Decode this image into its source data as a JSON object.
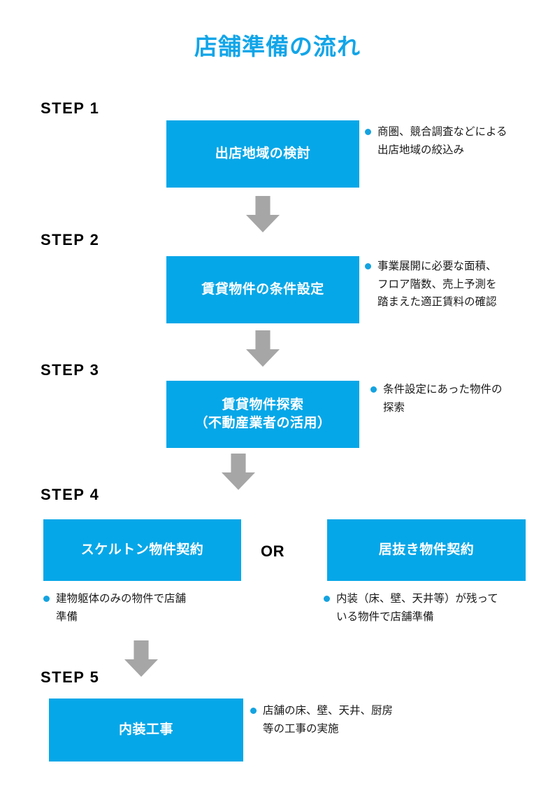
{
  "title": "店舗準備の流れ",
  "or_label": "OR",
  "steps": [
    {
      "label": "STEP 1",
      "box": [
        "出店地域の検討"
      ],
      "bullet": "商圏、競合調査などによる\n出店地域の絞込み"
    },
    {
      "label": "STEP 2",
      "box": [
        "賃貸物件の条件設定"
      ],
      "bullet": "事業展開に必要な面積、\nフロア階数、売上予測を\n踏まえた適正賃料の確認"
    },
    {
      "label": "STEP 3",
      "box": [
        "賃貸物件探索",
        "（不動産業者の活用）"
      ],
      "bullet": "条件設定にあった物件の\n探索"
    },
    {
      "label": "STEP 4",
      "box_left": [
        "スケルトン物件契約"
      ],
      "box_right": [
        "居抜き物件契約"
      ],
      "bullet_left": "建物躯体のみの物件で店舗\n準備",
      "bullet_right": "内装（床、壁、天井等）が残って\nいる物件で店舗準備"
    },
    {
      "label": "STEP 5",
      "box": [
        "内装工事"
      ],
      "bullet": "店舗の床、壁、天井、厨房\n等の工事の実施"
    }
  ],
  "colors": {
    "accent_blue": "#06A7E8",
    "title_blue": "#12A5E8",
    "arrow_gray": "#A6A6A6",
    "bullet_dot": "#14A3E0"
  }
}
